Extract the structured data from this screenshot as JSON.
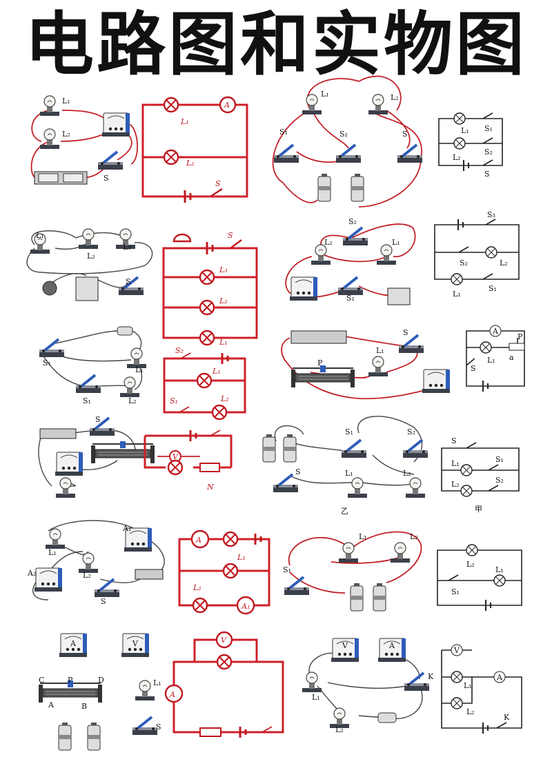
{
  "title": "电路图和实物图",
  "colors": {
    "schematic_red": "#d0202a",
    "wire_dark": "#333333",
    "component_blue": "#2e5cb8",
    "base_gray": "#555555"
  },
  "labels": {
    "L1": "L₁",
    "L2": "L₂",
    "L3": "L₃",
    "S": "S",
    "S1": "S₁",
    "S2": "S₂",
    "S3": "S₃",
    "A": "A",
    "A1": "A₁",
    "A2": "A₂",
    "V": "V",
    "K": "K",
    "P": "P",
    "N": "N",
    "a": "a",
    "B": "B",
    "C": "C",
    "D": "D",
    "jia": "甲",
    "yi": "乙"
  },
  "icons": [
    "bulb-icon",
    "switch-icon",
    "battery-icon",
    "meter-icon",
    "rheostat-icon",
    "bell-icon"
  ]
}
